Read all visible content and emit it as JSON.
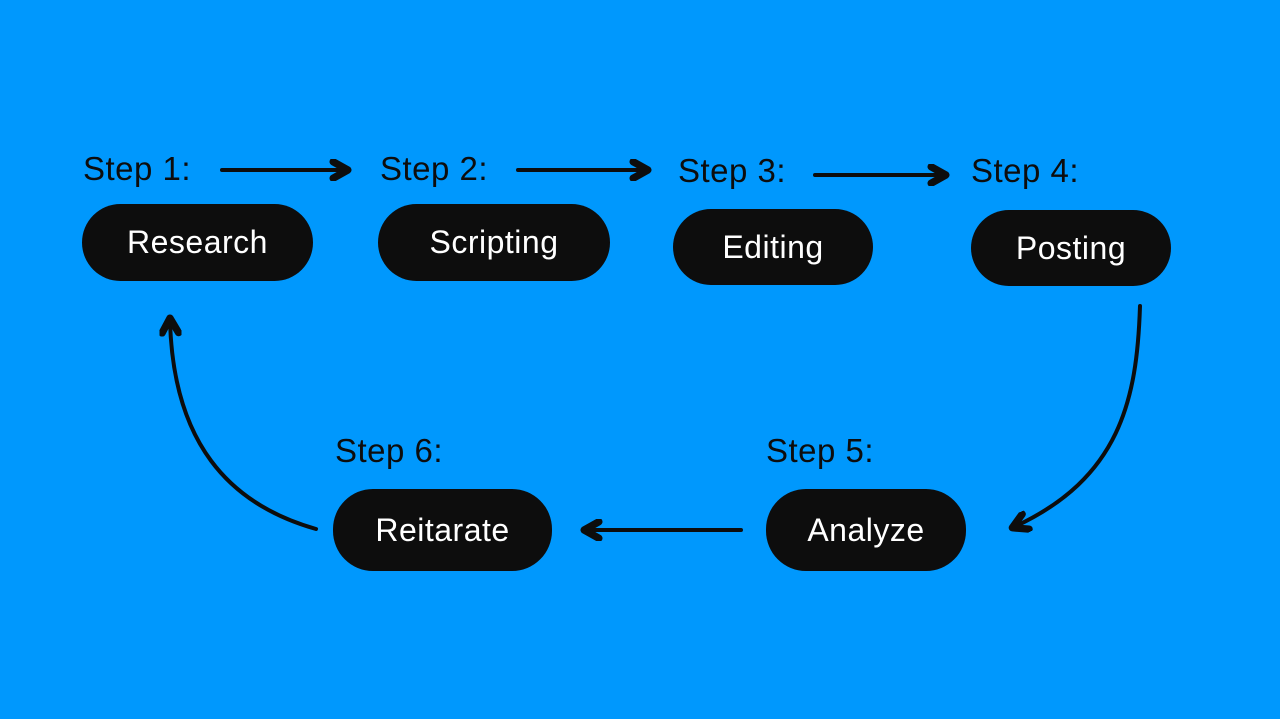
{
  "diagram": {
    "type": "flow-cycle",
    "steps": [
      {
        "label": "Step 1:",
        "name": "Research"
      },
      {
        "label": "Step 2:",
        "name": "Scripting"
      },
      {
        "label": "Step 3:",
        "name": "Editing"
      },
      {
        "label": "Step 4:",
        "name": "Posting"
      },
      {
        "label": "Step 5:",
        "name": "Analyze"
      },
      {
        "label": "Step 6:",
        "name": "Reitarate"
      }
    ],
    "connections": [
      {
        "from": "Research",
        "to": "Scripting"
      },
      {
        "from": "Scripting",
        "to": "Editing"
      },
      {
        "from": "Editing",
        "to": "Posting"
      },
      {
        "from": "Posting",
        "to": "Analyze"
      },
      {
        "from": "Analyze",
        "to": "Reitarate"
      },
      {
        "from": "Reitarate",
        "to": "Research"
      }
    ]
  },
  "colors": {
    "background": "#0098fd",
    "node_fill": "#0d0d0d",
    "node_text": "#ffffff",
    "label_text": "#0d0d0d",
    "arrow": "#0d0d0d"
  }
}
